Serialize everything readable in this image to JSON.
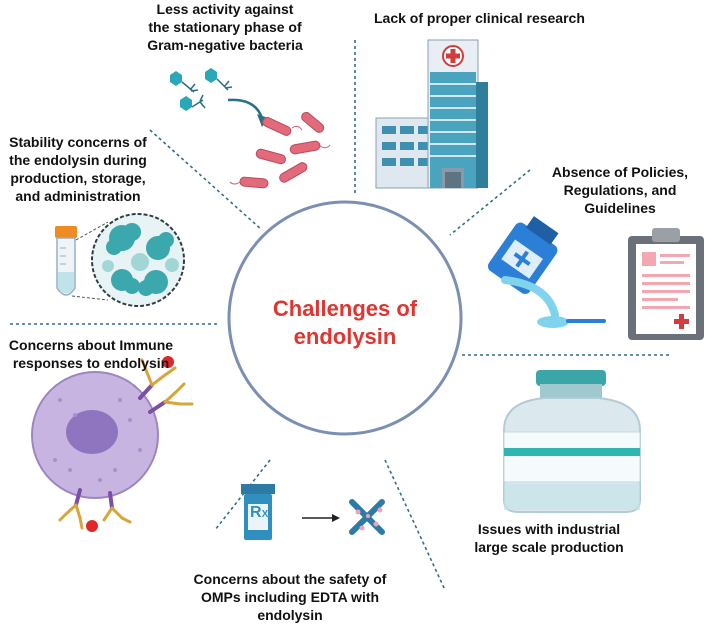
{
  "center": {
    "line1": "Challenges of",
    "line2": "endolysin"
  },
  "challenges": {
    "gram_negative": {
      "lines": [
        "Less activity against",
        "the stationary phase of",
        "Gram-negative bacteria"
      ]
    },
    "clinical_research": {
      "lines": [
        "Lack of proper clinical research"
      ]
    },
    "stability": {
      "lines": [
        "Stability concerns of",
        "the endolysin during",
        "production, storage,",
        "and administration"
      ]
    },
    "policies": {
      "lines": [
        "Absence of Policies,",
        "Regulations, and",
        "Guidelines"
      ]
    },
    "immune": {
      "lines": [
        "Concerns about Immune",
        "responses to endolysin"
      ]
    },
    "industrial": {
      "lines": [
        "Issues with industrial",
        "large scale  production"
      ]
    },
    "safety": {
      "lines": [
        "Concerns about the safety of",
        "OMPs including EDTA with",
        "endolysin"
      ]
    }
  },
  "icons": {
    "gram_negative": "bacteriophage-and-bacteria-icon",
    "clinical_research": "hospital-building-icon",
    "stability": "test-tube-and-protein-icon",
    "policies": "medicine-bottle-and-clipboard-icon",
    "immune": "immune-cell-with-antibodies-icon",
    "industrial": "glass-vial-icon",
    "safety": "rx-bottle-to-cross-icon",
    "rx_text": "R",
    "rx_sub": "X"
  },
  "colors": {
    "center_text": "#e03530",
    "circle_stroke": "#7a8fb3",
    "divider": "#2f6f86",
    "label_text": "#111111"
  }
}
